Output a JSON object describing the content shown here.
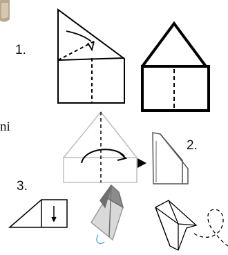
{
  "steps": [
    {
      "label": "1."
    },
    {
      "label": "2."
    },
    {
      "label": "3."
    }
  ],
  "cut_text": "ni",
  "colors": {
    "ink": "#000000",
    "gray_fold": "#8c8c8c",
    "light_fold": "#d9d9d9",
    "corner_photo": "#b5a38c"
  }
}
